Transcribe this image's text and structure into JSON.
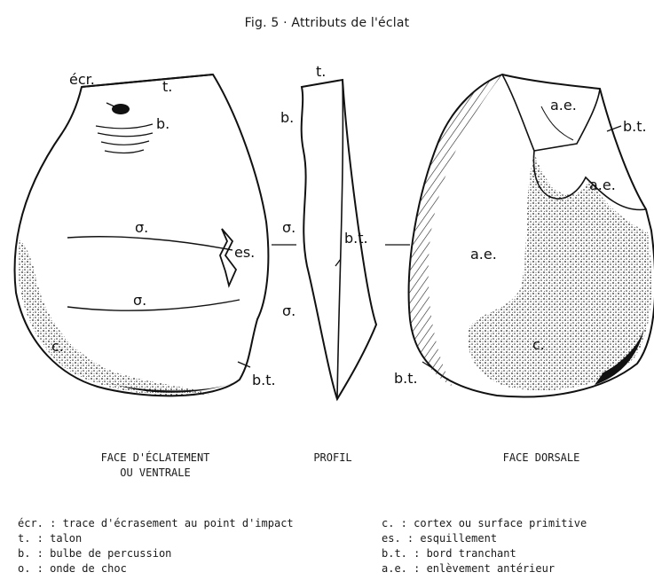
{
  "title": "Fig. 5 · Attributs de l'éclat",
  "labels": {
    "ecr": "écr.",
    "t": "t.",
    "b": "b.",
    "o": "σ.",
    "es": "es.",
    "c": "c.",
    "bt": "b.t.",
    "ae": "a.e."
  },
  "captions": {
    "ventral_line1": "FACE D'ÉCLATEMENT",
    "ventral_line2": "OU VENTRALE",
    "profil": "PROFIL",
    "dorsal": "FACE DORSALE"
  },
  "legend_left": [
    "écr. : trace d'écrasement au point d'impact",
    "t. : talon",
    "b. : bulbe de percussion",
    "o. : onde de choc"
  ],
  "legend_right": [
    "c. : cortex ou surface primitive",
    "es. : esquillement",
    "b.t. : bord tranchant",
    "a.e. : enlèvement antérieur"
  ]
}
